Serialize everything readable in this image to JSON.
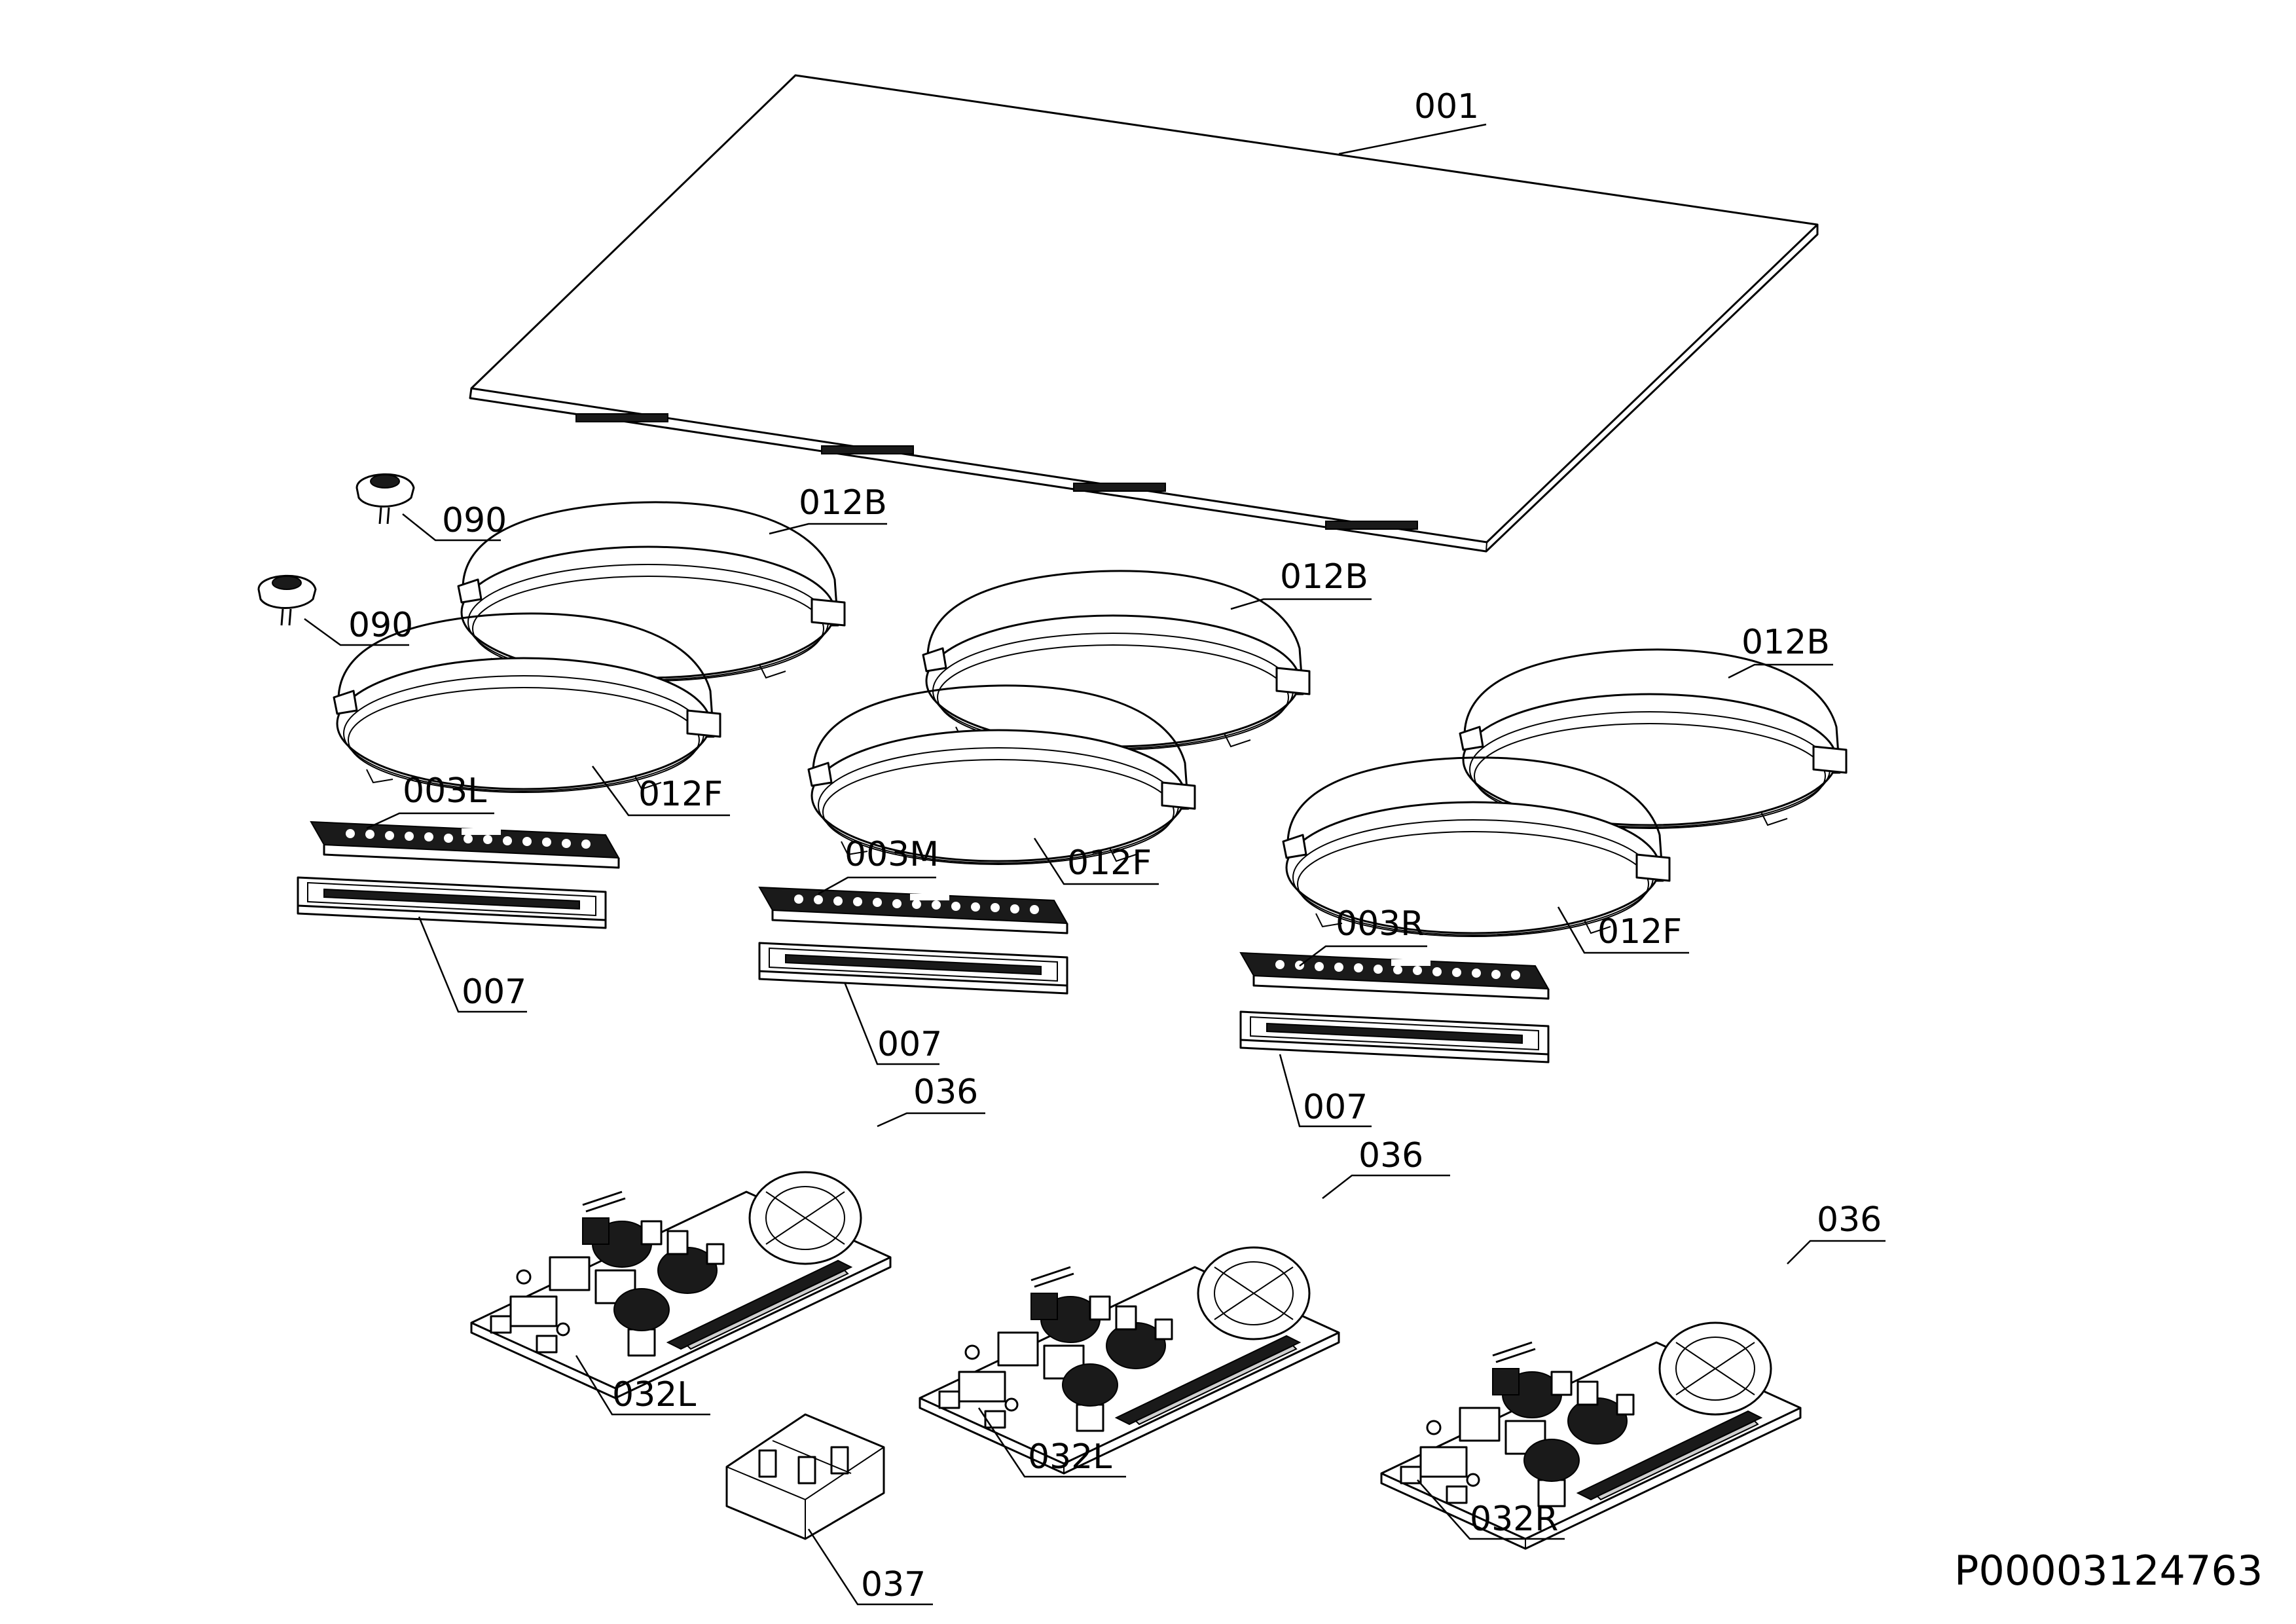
{
  "labels": {
    "p001": "001",
    "p012B_1": "012B",
    "p012B_2": "012B",
    "p012B_3": "012B",
    "p090_1": "090",
    "p090_2": "090",
    "p012F_1": "012F",
    "p012F_2": "012F",
    "p012F_3": "012F",
    "p003L": "003L",
    "p003M": "003M",
    "p003R": "003R",
    "p007_1": "007",
    "p007_2": "007",
    "p007_3": "007",
    "p036_1": "036",
    "p036_2": "036",
    "p036_3": "036",
    "p032L_1": "032L",
    "p032L_2": "032L",
    "p032R": "032R",
    "p037": "037"
  },
  "document_id": "P00003124763"
}
